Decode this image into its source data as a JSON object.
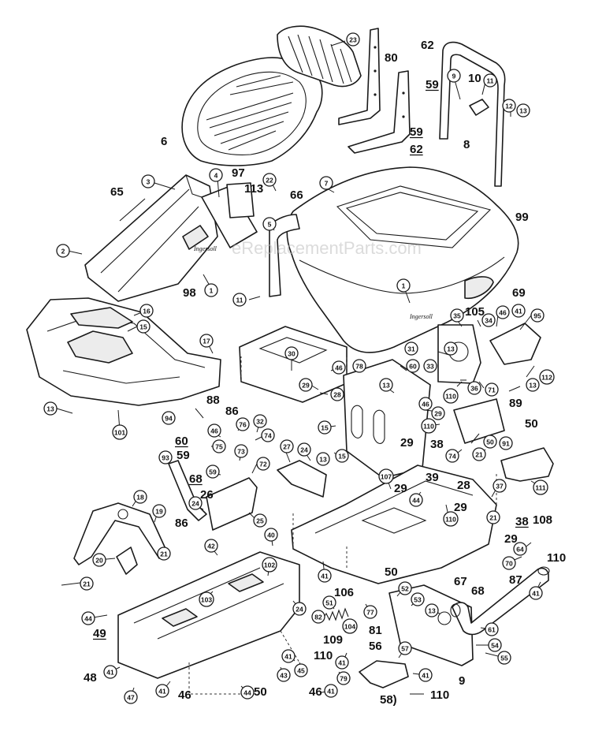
{
  "watermark": "eReplacementParts.com",
  "brand_badge": "Ingersoll",
  "callouts": [
    {
      "id": "c1",
      "label": "23"
    },
    {
      "id": "c2",
      "label": "9"
    },
    {
      "id": "c3",
      "label": "11"
    },
    {
      "id": "c4",
      "label": "12"
    },
    {
      "id": "c5",
      "label": "13"
    },
    {
      "id": "c6",
      "label": "3"
    },
    {
      "id": "c7",
      "label": "4"
    },
    {
      "id": "c8",
      "label": "22"
    },
    {
      "id": "c9",
      "label": "7"
    },
    {
      "id": "c10",
      "label": "2"
    },
    {
      "id": "c11",
      "label": "1"
    },
    {
      "id": "c12",
      "label": "5"
    },
    {
      "id": "c13",
      "label": "1"
    },
    {
      "id": "c14",
      "label": "11"
    },
    {
      "id": "c15",
      "label": "16"
    },
    {
      "id": "c16",
      "label": "15"
    },
    {
      "id": "c17",
      "label": "17"
    },
    {
      "id": "c18",
      "label": "13"
    },
    {
      "id": "c19",
      "label": "101"
    },
    {
      "id": "c20",
      "label": "30"
    },
    {
      "id": "c21",
      "label": "46"
    },
    {
      "id": "c22",
      "label": "29"
    },
    {
      "id": "c23",
      "label": "28"
    },
    {
      "id": "c24",
      "label": "78"
    },
    {
      "id": "c25",
      "label": "13"
    },
    {
      "id": "c26",
      "label": "35"
    },
    {
      "id": "c27",
      "label": "34"
    },
    {
      "id": "c28",
      "label": "46"
    },
    {
      "id": "c29",
      "label": "41"
    },
    {
      "id": "c30",
      "label": "95"
    },
    {
      "id": "c31",
      "label": "31"
    },
    {
      "id": "c32",
      "label": "13"
    },
    {
      "id": "c33",
      "label": "60"
    },
    {
      "id": "c34",
      "label": "33"
    },
    {
      "id": "c35",
      "label": "36"
    },
    {
      "id": "c36",
      "label": "71"
    },
    {
      "id": "c37",
      "label": "110"
    },
    {
      "id": "c38",
      "label": "112"
    },
    {
      "id": "c39",
      "label": "13"
    },
    {
      "id": "c40",
      "label": "46"
    },
    {
      "id": "c41",
      "label": "29"
    },
    {
      "id": "c42",
      "label": "110"
    },
    {
      "id": "c43",
      "label": "94"
    },
    {
      "id": "c44",
      "label": "46"
    },
    {
      "id": "c45",
      "label": "76"
    },
    {
      "id": "c46",
      "label": "32"
    },
    {
      "id": "c47",
      "label": "74"
    },
    {
      "id": "c48",
      "label": "75"
    },
    {
      "id": "c49",
      "label": "73"
    },
    {
      "id": "c50",
      "label": "72"
    },
    {
      "id": "c51",
      "label": "15"
    },
    {
      "id": "c52",
      "label": "15"
    },
    {
      "id": "c53",
      "label": "93"
    },
    {
      "id": "c54",
      "label": "59"
    },
    {
      "id": "c55",
      "label": "27"
    },
    {
      "id": "c56",
      "label": "24"
    },
    {
      "id": "c57",
      "label": "13"
    },
    {
      "id": "c58",
      "label": "50"
    },
    {
      "id": "c59",
      "label": "91"
    },
    {
      "id": "c60",
      "label": "74"
    },
    {
      "id": "c61",
      "label": "21"
    },
    {
      "id": "c62",
      "label": "111"
    },
    {
      "id": "c63",
      "label": "37"
    },
    {
      "id": "c64",
      "label": "18"
    },
    {
      "id": "c65",
      "label": "19"
    },
    {
      "id": "c66",
      "label": "24"
    },
    {
      "id": "c67",
      "label": "25"
    },
    {
      "id": "c68",
      "label": "107"
    },
    {
      "id": "c69",
      "label": "44"
    },
    {
      "id": "c70",
      "label": "110"
    },
    {
      "id": "c71",
      "label": "21"
    },
    {
      "id": "c72",
      "label": "20"
    },
    {
      "id": "c73",
      "label": "21"
    },
    {
      "id": "c74",
      "label": "21"
    },
    {
      "id": "c75",
      "label": "42"
    },
    {
      "id": "c76",
      "label": "40"
    },
    {
      "id": "c77",
      "label": "41"
    },
    {
      "id": "c78",
      "label": "102"
    },
    {
      "id": "c79",
      "label": "103"
    },
    {
      "id": "c80",
      "label": "64"
    },
    {
      "id": "c81",
      "label": "70"
    },
    {
      "id": "c82",
      "label": "41"
    },
    {
      "id": "c83",
      "label": "44"
    },
    {
      "id": "c84",
      "label": "24"
    },
    {
      "id": "c85",
      "label": "51"
    },
    {
      "id": "c86",
      "label": "77"
    },
    {
      "id": "c87",
      "label": "52"
    },
    {
      "id": "c88",
      "label": "53"
    },
    {
      "id": "c89",
      "label": "13"
    },
    {
      "id": "c90",
      "label": "82"
    },
    {
      "id": "c91",
      "label": "104"
    },
    {
      "id": "c92",
      "label": "61"
    },
    {
      "id": "c93",
      "label": "54"
    },
    {
      "id": "c94",
      "label": "55"
    },
    {
      "id": "c95",
      "label": "41"
    },
    {
      "id": "c96",
      "label": "57"
    },
    {
      "id": "c97",
      "label": "41"
    },
    {
      "id": "c98",
      "label": "41"
    },
    {
      "id": "c99",
      "label": "43"
    },
    {
      "id": "c100",
      "label": "45"
    },
    {
      "id": "c101",
      "label": "41"
    },
    {
      "id": "c102",
      "label": "79"
    },
    {
      "id": "c103",
      "label": "41"
    },
    {
      "id": "c104",
      "label": "47"
    },
    {
      "id": "c105",
      "label": "41"
    },
    {
      "id": "c106",
      "label": "44"
    }
  ],
  "plain_labels": [
    {
      "id": "p1",
      "label": "62"
    },
    {
      "id": "p2",
      "label": "80"
    },
    {
      "id": "p3",
      "label": "59"
    },
    {
      "id": "p4",
      "label": "10"
    },
    {
      "id": "p5",
      "label": "6"
    },
    {
      "id": "p6",
      "label": "59"
    },
    {
      "id": "p7",
      "label": "62"
    },
    {
      "id": "p8",
      "label": "8"
    },
    {
      "id": "p9",
      "label": "65"
    },
    {
      "id": "p10",
      "label": "97"
    },
    {
      "id": "p11",
      "label": "113"
    },
    {
      "id": "p12",
      "label": "66"
    },
    {
      "id": "p13",
      "label": "99"
    },
    {
      "id": "p14",
      "label": "98"
    },
    {
      "id": "p15",
      "label": "69"
    },
    {
      "id": "p16",
      "label": "105"
    },
    {
      "id": "p17",
      "label": "88"
    },
    {
      "id": "p18",
      "label": "86"
    },
    {
      "id": "p19",
      "label": "89"
    },
    {
      "id": "p20",
      "label": "50"
    },
    {
      "id": "p21",
      "label": "60"
    },
    {
      "id": "p22",
      "label": "59"
    },
    {
      "id": "p23",
      "label": "38"
    },
    {
      "id": "p24",
      "label": "29"
    },
    {
      "id": "p25",
      "label": "39"
    },
    {
      "id": "p26",
      "label": "28"
    },
    {
      "id": "p27",
      "label": "68"
    },
    {
      "id": "p28",
      "label": "26"
    },
    {
      "id": "p29",
      "label": "29"
    },
    {
      "id": "p30",
      "label": "29"
    },
    {
      "id": "p31",
      "label": "86"
    },
    {
      "id": "p32",
      "label": "38"
    },
    {
      "id": "p33",
      "label": "108"
    },
    {
      "id": "p34",
      "label": "29"
    },
    {
      "id": "p35",
      "label": "110"
    },
    {
      "id": "p36",
      "label": "50"
    },
    {
      "id": "p37",
      "label": "87"
    },
    {
      "id": "p38",
      "label": "67"
    },
    {
      "id": "p39",
      "label": "68"
    },
    {
      "id": "p40",
      "label": "106"
    },
    {
      "id": "p41",
      "label": "49"
    },
    {
      "id": "p42",
      "label": "109"
    },
    {
      "id": "p43",
      "label": "81"
    },
    {
      "id": "p44",
      "label": "110"
    },
    {
      "id": "p45",
      "label": "56"
    },
    {
      "id": "p46",
      "label": "9"
    },
    {
      "id": "p47",
      "label": "48"
    },
    {
      "id": "p48",
      "label": "46"
    },
    {
      "id": "p49",
      "label": "50"
    },
    {
      "id": "p50",
      "label": "46"
    },
    {
      "id": "p51",
      "label": "58)"
    },
    {
      "id": "p52",
      "label": "110"
    }
  ]
}
